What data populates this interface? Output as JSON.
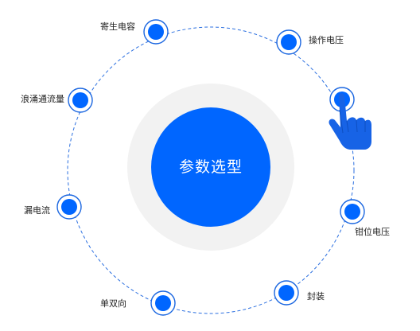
{
  "center": {
    "label": "参数选型"
  },
  "nodes": [
    {
      "label": "寄生电容"
    },
    {
      "label": "操作电压"
    },
    {
      "label": "浪涌通流量"
    },
    {
      "label": "漏电流"
    },
    {
      "label": "钳位电压"
    },
    {
      "label": "封装"
    },
    {
      "label": "单双向"
    }
  ],
  "colors": {
    "accent": "#0066ff",
    "ring_gray": "#f2f2f2",
    "hand": "#1763e6"
  },
  "icons": {
    "pointer": "pointing-hand-icon"
  }
}
